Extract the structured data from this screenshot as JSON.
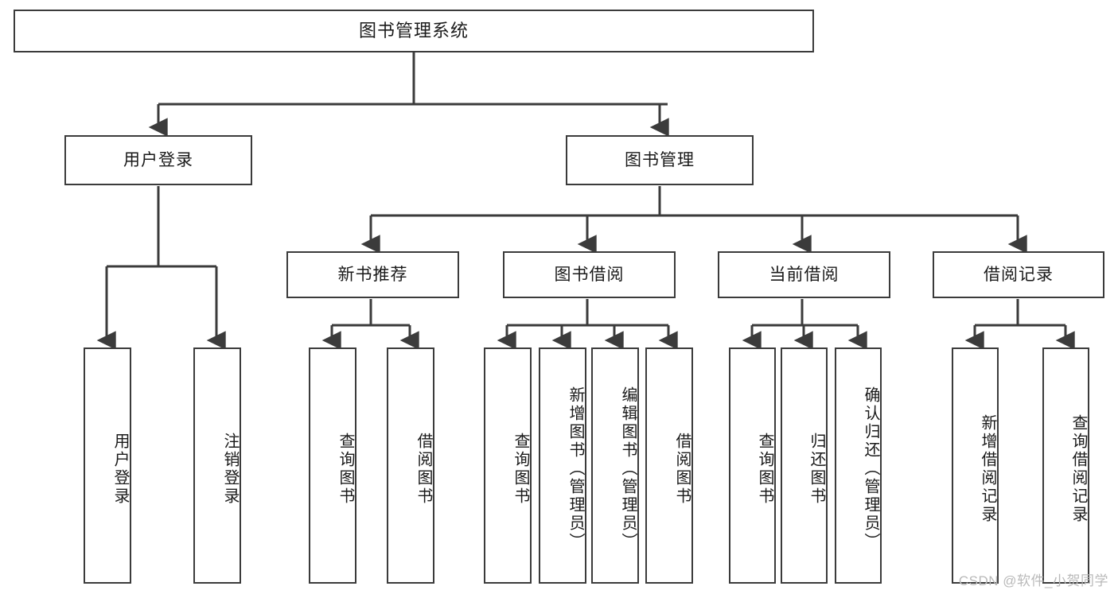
{
  "diagram": {
    "title": "图书管理系统",
    "type": "hierarchy-tree",
    "root": {
      "label": "图书管理系统"
    },
    "level1": [
      {
        "label": "用户登录"
      },
      {
        "label": "图书管理"
      }
    ],
    "level2": [
      {
        "label": "新书推荐"
      },
      {
        "label": "图书借阅"
      },
      {
        "label": "当前借阅"
      },
      {
        "label": "借阅记录"
      }
    ],
    "leaves": {
      "user_login": [
        {
          "label": "用户登录"
        },
        {
          "label": "注销登录"
        }
      ],
      "new_book_recommend": [
        {
          "label": "查询图书"
        },
        {
          "label": "借阅图书"
        }
      ],
      "book_borrow": [
        {
          "label": "查询图书"
        },
        {
          "label": "新增图书（管理员）"
        },
        {
          "label": "编辑图书（管理员）"
        },
        {
          "label": "借阅图书"
        }
      ],
      "current_borrow": [
        {
          "label": "查询图书"
        },
        {
          "label": "归还图书"
        },
        {
          "label": "确认归还（管理员）"
        }
      ],
      "borrow_records": [
        {
          "label": "新增借阅记录"
        },
        {
          "label": "查询借阅记录"
        }
      ]
    }
  },
  "watermark": {
    "text": "CSDN @软件_小贺同学"
  },
  "colors": {
    "border": "#3b3b3b",
    "background": "#ffffff",
    "text": "#1a1a1a",
    "watermark": "#b9b9b9"
  }
}
